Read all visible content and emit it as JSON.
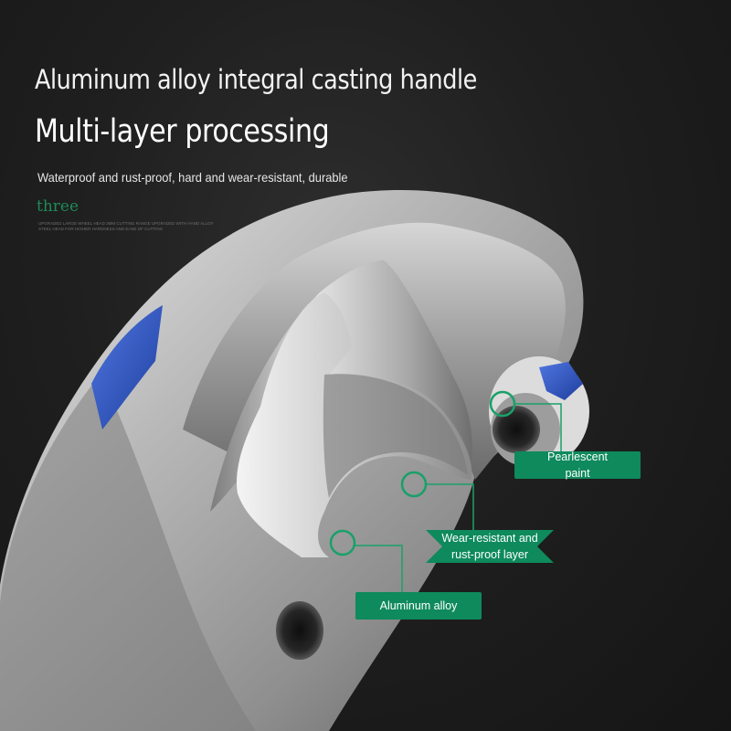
{
  "headline": "Aluminum alloy integral casting handle",
  "subheadline": "Multi-layer processing",
  "description": "Waterproof and rust-proof, hard and wear-resistant, durable",
  "step_label": "three",
  "fine_print": "UPGRADED LARGE WHEEL HEAD 3MM CUTTING RANGE UPGRADED WITH HAND ALLOY STEEL HEAD FOR HIGHER HARDNESS AND EASE OF CUTTING",
  "callouts": {
    "pearlescent": [
      "Pearlescent",
      "paint"
    ],
    "wear": [
      "Wear-resistant and",
      "rust-proof layer"
    ],
    "aluminum": "Aluminum alloy"
  },
  "colors": {
    "accent": "#0e8a5c",
    "paint_blue": "#2f57c8",
    "background": "#1e1e1e"
  }
}
